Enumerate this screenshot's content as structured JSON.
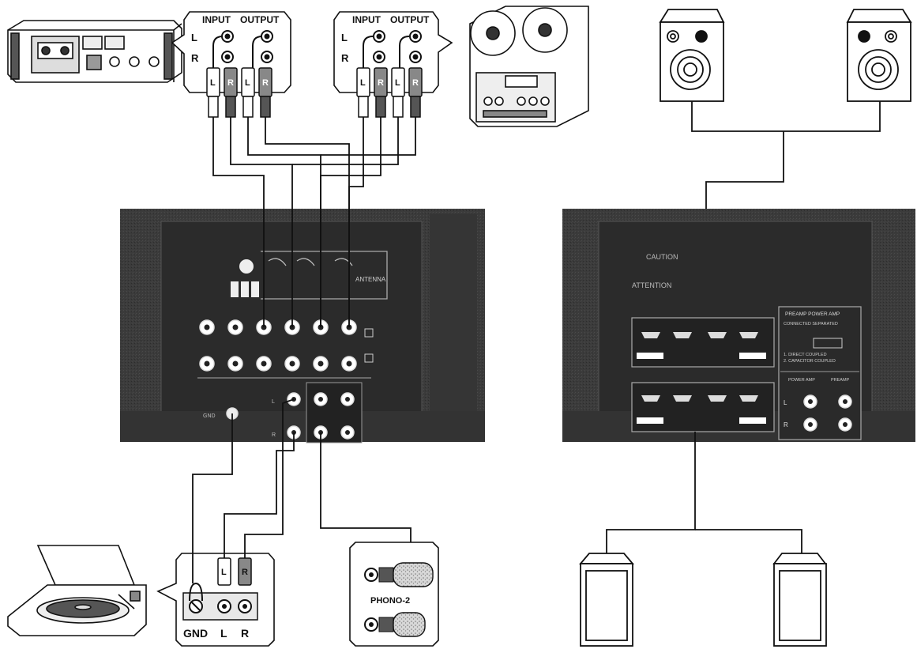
{
  "deck_left": {
    "input_label": "INPUT",
    "output_label": "OUTPUT",
    "channel_l": "L",
    "channel_r": "R",
    "plug_labels": [
      "L",
      "R",
      "L",
      "R"
    ]
  },
  "deck_right": {
    "input_label": "INPUT",
    "output_label": "OUTPUT",
    "channel_l": "L",
    "channel_r": "R",
    "plug_labels": [
      "L",
      "R",
      "L",
      "R"
    ]
  },
  "amp_left": {
    "antenna": "ANTENNA",
    "ch_l": "L",
    "ch_r": "R",
    "gnd": "GND"
  },
  "amp_right": {
    "caution": "CAUTION",
    "attention": "ATTENTION",
    "preamp_power": "PREAMP  POWER AMP",
    "connected": "CONNECTED  SEPARATED",
    "direct": "1. DIRECT COUPLED",
    "capacitor": "2. CAPACITOR COUPLED",
    "power_amp": "POWER AMP",
    "preamp": "PREAMP",
    "ch_l": "L",
    "ch_r": "R"
  },
  "turntable_box": {
    "gnd": "GND",
    "l": "L",
    "r": "R",
    "plug_l": "L",
    "plug_r": "R"
  },
  "phono_box": {
    "label": "PHONO-2"
  }
}
